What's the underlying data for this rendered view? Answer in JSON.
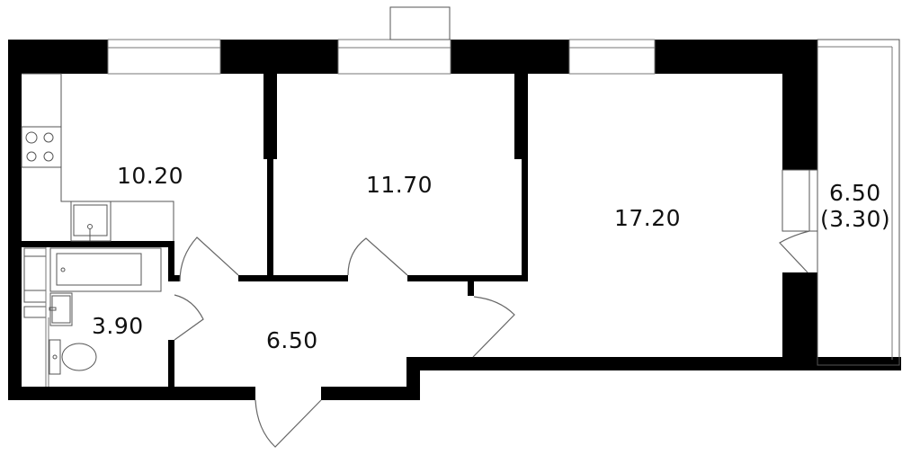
{
  "plan": {
    "rooms": [
      {
        "id": "kitchen",
        "area": "10.20"
      },
      {
        "id": "bedroom",
        "area": "11.70"
      },
      {
        "id": "living-room",
        "area": "17.20"
      },
      {
        "id": "bathroom",
        "area": "3.90"
      },
      {
        "id": "hallway",
        "area": "6.50"
      },
      {
        "id": "loggia",
        "area": "6.50",
        "area_reduced": "(3.30)"
      }
    ]
  }
}
